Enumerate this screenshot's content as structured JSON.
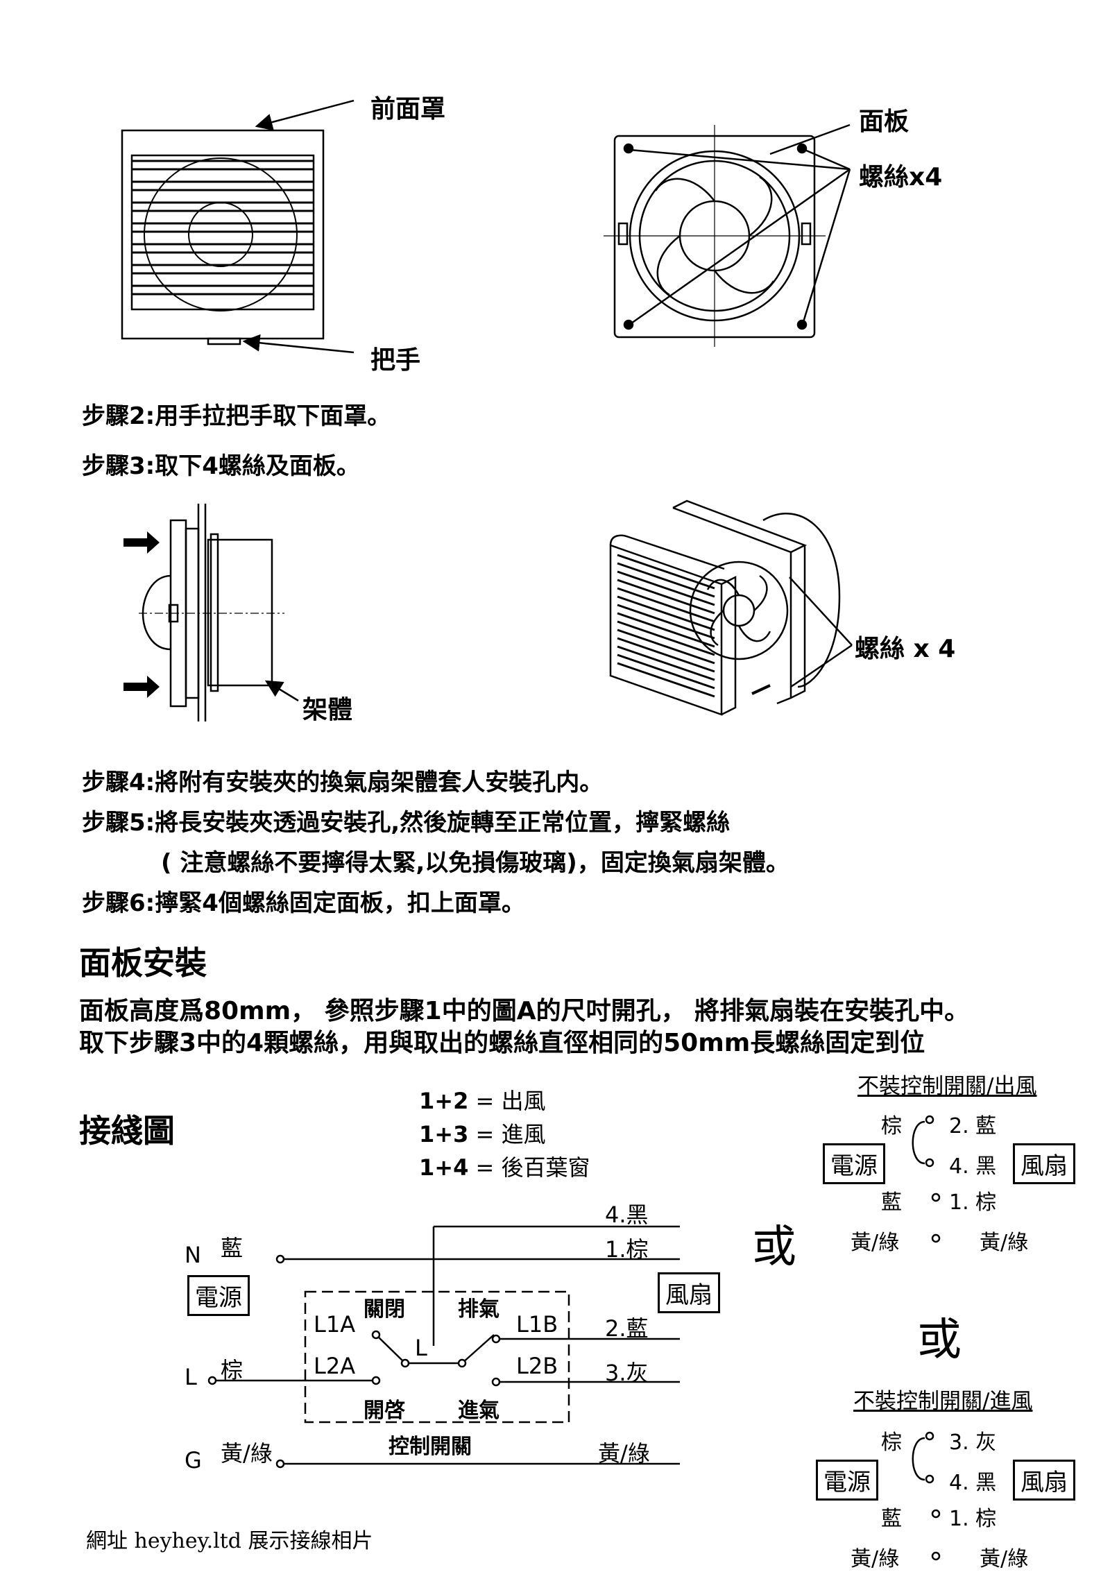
{
  "figure1": {
    "front_cover": "前面罩",
    "handle": "把手"
  },
  "figure2": {
    "panel": "面板",
    "screws": "螺絲x4"
  },
  "steps_a": [
    "步驟2:用手拉把手取下面罩。",
    "步驟3:取下4螺絲及面板。"
  ],
  "figure3": {
    "frame": "架體"
  },
  "figure4": {
    "screws": "螺絲 x 4"
  },
  "steps_b": [
    "步驟4:將附有安裝夾的換氣扇架體套人安裝孔内。",
    "步驟5:將長安裝夾透過安裝孔,然後旋轉至正常位置，擰緊螺絲",
    "( 注意螺絲不要擰得太緊,以免損傷玻璃)，固定換氣扇架體。",
    "步驟6:擰緊4個螺絲固定面板，扣上面罩。"
  ],
  "panel_install": {
    "title": "面板安裝",
    "lines": [
      "面板高度爲80mm， 參照步驟1中的圖A的尺吋開孔， 將排氣扇裝在安裝孔中。",
      "取下步驟3中的4顆螺絲，用與取出的螺絲直徑相同的50mm長螺絲固定到位"
    ]
  },
  "wiring": {
    "title": "接綫圖",
    "legend": [
      {
        "combo": "1+2",
        "meaning": "出風"
      },
      {
        "combo": "1+3",
        "meaning": "進風"
      },
      {
        "combo": "1+4",
        "meaning": "後百葉窗"
      }
    ],
    "eq": "=",
    "main": {
      "n_letter": "N",
      "n_color": "藍",
      "l_letter": "L",
      "l_color": "棕",
      "g_letter": "G",
      "g_color": "黃/綠",
      "power": "電源",
      "fan": "風扇",
      "w4": "4.黑",
      "w1": "1.棕",
      "w2": "2.藍",
      "w3": "3.灰",
      "wg": "黃/綠",
      "l1a": "L1A",
      "l2a": "L2A",
      "l1b": "L1B",
      "l2b": "L2B",
      "lmid": "L",
      "close": "關閉",
      "open": "開啓",
      "exhaust": "排氣",
      "intake": "進氣",
      "switch": "控制開關"
    },
    "or": "或",
    "alt1": {
      "title": "不裝控制開關/出風",
      "brown": "棕",
      "blue_left": "藍",
      "yg_left": "黃/綠",
      "power": "電源",
      "fan": "風扇",
      "r1": "2. 藍",
      "r2": "4. 黑",
      "r3": "1. 棕",
      "r4": "黃/綠"
    },
    "alt2": {
      "title": "不裝控制開關/進風",
      "brown": "棕",
      "blue_left": "藍",
      "yg_left": "黃/綠",
      "power": "電源",
      "fan": "風扇",
      "r1": "3. 灰",
      "r2": "4. 黑",
      "r3": "1. 棕",
      "r4": "黃/綠"
    }
  },
  "footer": "網址 heyhey.ltd 展示接線相片"
}
